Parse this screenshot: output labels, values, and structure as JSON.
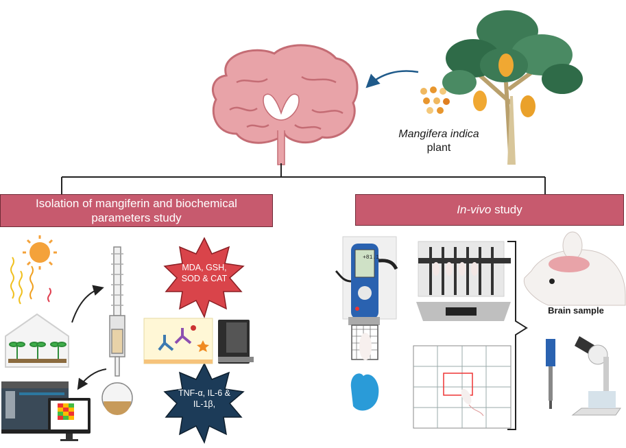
{
  "plant": {
    "name": "Mangifera indica",
    "word": "plant"
  },
  "left_box": {
    "line1": "Isolation of mangiferin and  biochemical",
    "line2": "parameters study"
  },
  "right_box": {
    "italic": "In-vivo",
    "rest": " study"
  },
  "starbursts": {
    "oxidative": {
      "line1": "MDA, GSH,",
      "line2": "SOD & CAT"
    },
    "cytokines": {
      "line1": "TNF-α, IL-6 &",
      "line2": "IL-1β,"
    }
  },
  "device_readout": "+81.1",
  "brain_sample_label": "Brain sample",
  "colors": {
    "box_fill": "#c75a6e",
    "star_red": "#d9444a",
    "star_navy": "#1c3b58",
    "brain_pink": "#e8a3a8",
    "arrow_blue": "#1f5a8a",
    "mango": "#f0a832",
    "leaf": "#3c7a55"
  },
  "icons": [
    "brain-icon",
    "mango-tree-icon",
    "seeds-icon",
    "sun-icon",
    "greenhouse-icon",
    "soxhlet-apparatus-icon",
    "hplc-instrument-icon",
    "monitor-heatmap-icon",
    "elisa-assay-icon",
    "plate-reader-icon",
    "grip-strength-meter-icon",
    "rotarod-icon",
    "open-field-icon",
    "rat-head-icon",
    "homogenizer-icon",
    "microscope-icon"
  ]
}
